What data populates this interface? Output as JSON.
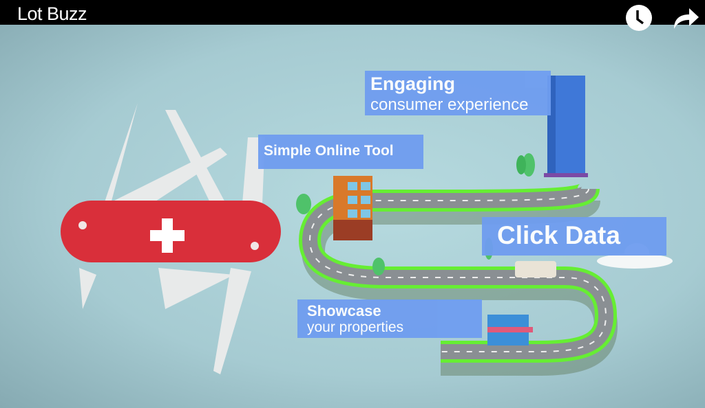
{
  "player": {
    "title": "Lot Buzz",
    "icons": [
      "clock-icon",
      "share-icon"
    ]
  },
  "video_frame": {
    "labels": {
      "engaging_title": "Engaging",
      "engaging_sub": "consumer experience",
      "simple_tool": "Simple Online Tool",
      "click_data": "Click Data",
      "showcase_title": "Showcase",
      "showcase_sub": "your properties"
    },
    "colors": {
      "label_bg": "#6f9df0",
      "road_edge": "#66ee33",
      "knife": "#d92f3a"
    }
  }
}
